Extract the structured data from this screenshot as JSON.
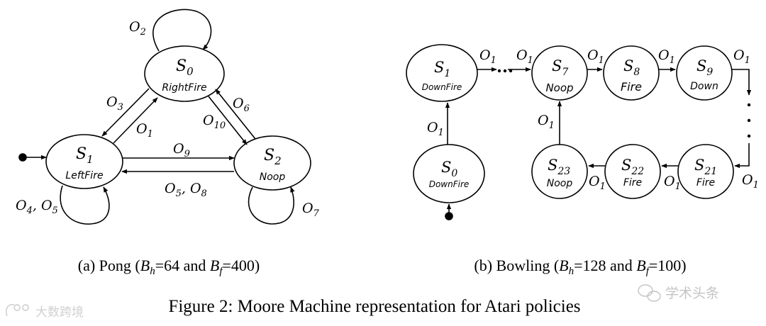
{
  "pong": {
    "states": {
      "s0": {
        "label": "S",
        "sub": "0",
        "action": "RightFire"
      },
      "s1": {
        "label": "S",
        "sub": "1",
        "action": "LeftFire"
      },
      "s2": {
        "label": "S",
        "sub": "2",
        "action": "Noop"
      }
    },
    "edges": {
      "o2": {
        "label": "O",
        "sub": "2"
      },
      "o3": {
        "label": "O",
        "sub": "3"
      },
      "o1": {
        "label": "O",
        "sub": "1"
      },
      "o6": {
        "label": "O",
        "sub": "6"
      },
      "o10": {
        "label": "O",
        "sub": "10"
      },
      "o9": {
        "label": "O",
        "sub": "9"
      },
      "o5o8": {
        "label": "O",
        "sub": "5",
        "sep": ", ",
        "label2": "O",
        "sub2": "8"
      },
      "o4o5": {
        "label": "O",
        "sub": "4",
        "sep": ", ",
        "label2": "O",
        "sub2": "5"
      },
      "o7": {
        "label": "O",
        "sub": "7"
      }
    },
    "caption": {
      "prefix": "(a) Pong (",
      "bh": "B",
      "bh_sub": "h",
      "mid": "=64 and ",
      "bf": "B",
      "bf_sub": "f",
      "suffix": "=400)"
    }
  },
  "bowling": {
    "states": {
      "s1": {
        "label": "S",
        "sub": "1",
        "action": "DownFire"
      },
      "s7": {
        "label": "S",
        "sub": "7",
        "action": "Noop"
      },
      "s8": {
        "label": "S",
        "sub": "8",
        "action": "Fire"
      },
      "s9": {
        "label": "S",
        "sub": "9",
        "action": "Down"
      },
      "s0": {
        "label": "S",
        "sub": "0",
        "action": "DownFire"
      },
      "s23": {
        "label": "S",
        "sub": "23",
        "action": "Noop"
      },
      "s22": {
        "label": "S",
        "sub": "22",
        "action": "Fire"
      },
      "s21": {
        "label": "S",
        "sub": "21",
        "action": "Fire"
      }
    },
    "edge_label": {
      "label": "O",
      "sub": "1"
    },
    "caption": {
      "prefix": "(b) Bowling (",
      "bh": "B",
      "bh_sub": "h",
      "mid": "=128 and ",
      "bf": "B",
      "bf_sub": "f",
      "suffix": "=100)"
    }
  },
  "figure_caption": "Figure 2: Moore Machine representation for Atari policies",
  "watermarks": {
    "left": "大数跨境",
    "right": "学术头条"
  }
}
